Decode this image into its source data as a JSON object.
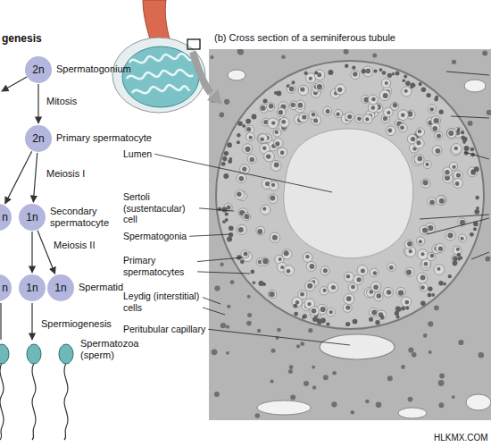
{
  "diagram": {
    "nodes": [
      {
        "text": [
          "2n",
          "Spermatogonium"
        ]
      },
      {
        "text": [
          "2n",
          "Primary spermatocyte"
        ]
      },
      {
        "text": [
          "n"
        ]
      },
      {
        "text": [
          "1n",
          "Secondary spermatocyte"
        ]
      },
      {
        "text": [
          "n"
        ]
      },
      {
        "text": [
          "1n"
        ]
      },
      {
        "text": [
          "1n",
          "Spermatid"
        ]
      }
    ],
    "edges": [
      {
        "from": 0,
        "to": 1,
        "arrow": "to",
        "label": "Mitosis"
      },
      {
        "from": 1,
        "to": 2,
        "arrow": "to"
      },
      {
        "from": 1,
        "to": 3,
        "arrow": "to",
        "label": "Meiosis I"
      },
      {
        "from": 3,
        "to": 5,
        "arrow": "to"
      },
      {
        "from": 3,
        "to": 6,
        "arrow": "to",
        "label": "Meiosis II"
      }
    ],
    "labels": [
      "genesis",
      "Spermiogenesis",
      "Spermatozoa (sperm)",
      "(b) Cross section of a seminiferous tubule",
      "Lumen",
      "Sertoli (sustentacular) cell",
      "Spermatogonia",
      "Primary spermatocytes",
      "Leydig (interstitial) cells",
      "Peritubular capillary",
      "HLKMX.COM"
    ]
  }
}
